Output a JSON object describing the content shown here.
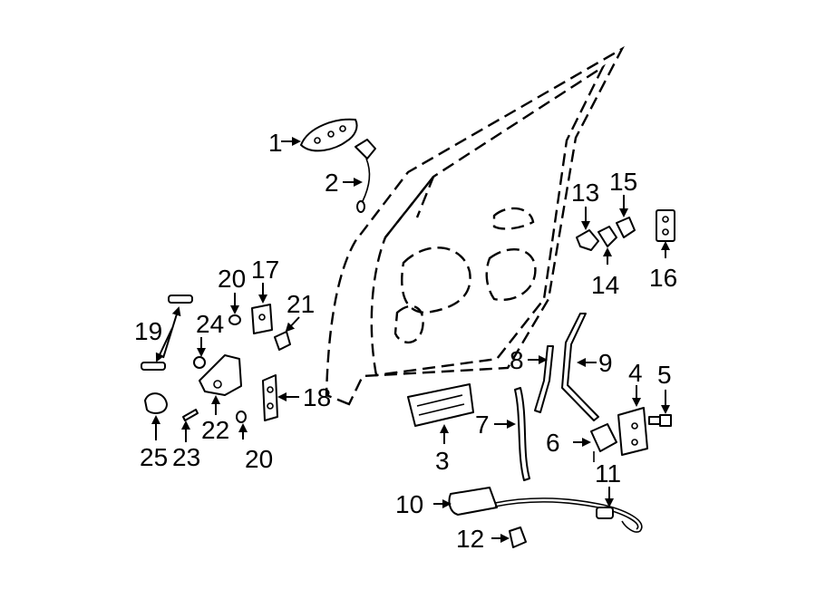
{
  "callouts": {
    "c1": "1",
    "c2": "2",
    "c3": "3",
    "c4": "4",
    "c5": "5",
    "c6": "6",
    "c7": "7",
    "c8": "8",
    "c9": "9",
    "c10": "10",
    "c11": "11",
    "c12": "12",
    "c13": "13",
    "c14": "14",
    "c15": "15",
    "c16": "16",
    "c17": "17",
    "c18": "18",
    "c19": "19",
    "c20a": "20",
    "c20b": "20",
    "c21": "21",
    "c22": "22",
    "c23": "23",
    "c24": "24",
    "c25": "25"
  }
}
